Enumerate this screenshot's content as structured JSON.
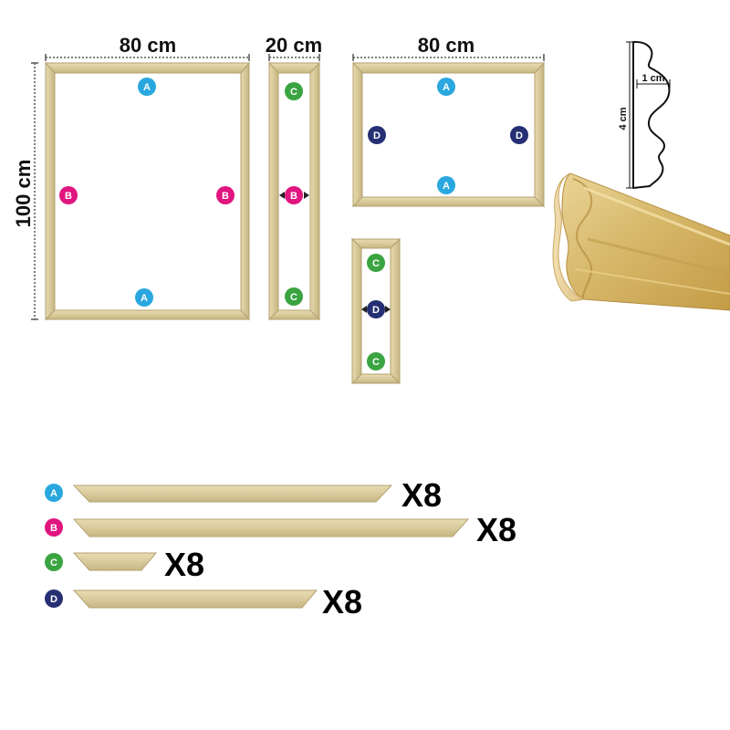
{
  "dimensions": {
    "width_large": "80 cm",
    "width_narrow": "20 cm",
    "width_right": "80 cm",
    "height_large": "100 cm"
  },
  "profile": {
    "width": "1 cm",
    "height": "4 cm"
  },
  "pieces": {
    "a": {
      "letter": "A",
      "color": "#2aa7df",
      "quantity": "X8"
    },
    "b": {
      "letter": "B",
      "color": "#e0157f",
      "quantity": "X8"
    },
    "c": {
      "letter": "C",
      "color": "#3aa441",
      "quantity": "X8"
    },
    "d": {
      "letter": "D",
      "color": "#262f73",
      "quantity": "X8"
    }
  },
  "colors": {
    "wood": "#ddcfa0",
    "wood_edge": "#b9a879",
    "wood_shadow": "#c9b98a"
  }
}
